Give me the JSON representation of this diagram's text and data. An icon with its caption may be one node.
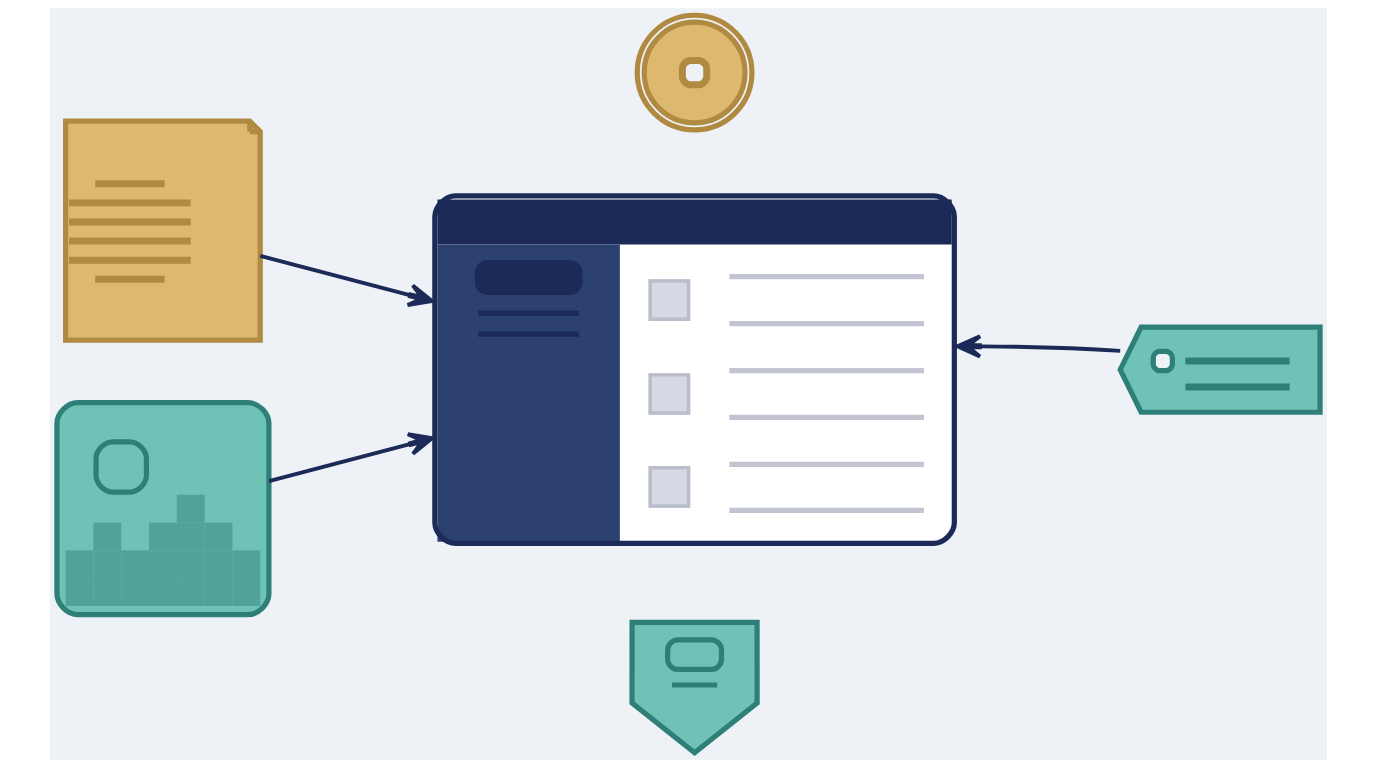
{
  "diagram": {
    "nodes": [
      {
        "text": [],
        "shape": "picture"
      },
      {
        "text": [],
        "shape": "picture"
      },
      {
        "text": [],
        "shape": "picture"
      },
      {
        "text": [],
        "shape": "picture"
      },
      {
        "text": [],
        "shape": "picture"
      },
      {
        "text": [],
        "shape": "picture"
      }
    ],
    "edges": [
      {
        "from": 0,
        "to": 2,
        "arrow": "to"
      },
      {
        "from": 4,
        "to": 2,
        "arrow": "to"
      },
      {
        "from": 3,
        "to": 2,
        "arrow": "to"
      }
    ]
  }
}
